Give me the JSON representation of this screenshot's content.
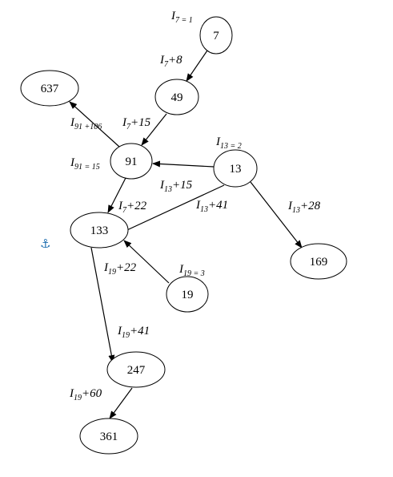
{
  "nodes": [
    {
      "id": "n7",
      "label": "7"
    },
    {
      "id": "n49",
      "label": "49"
    },
    {
      "id": "n637",
      "label": "637"
    },
    {
      "id": "n91",
      "label": "91"
    },
    {
      "id": "n13",
      "label": "13"
    },
    {
      "id": "n133",
      "label": "133"
    },
    {
      "id": "n169",
      "label": "169"
    },
    {
      "id": "n19",
      "label": "19"
    },
    {
      "id": "n247",
      "label": "247"
    },
    {
      "id": "n361",
      "label": "361"
    }
  ],
  "edges": [
    {
      "from": "n7",
      "to": "n49"
    },
    {
      "from": "n49",
      "to": "n91"
    },
    {
      "from": "n91",
      "to": "n637"
    },
    {
      "from": "n13",
      "to": "n91"
    },
    {
      "from": "n13",
      "to": "n133"
    },
    {
      "from": "n13",
      "to": "n169"
    },
    {
      "from": "n91",
      "to": "n133"
    },
    {
      "from": "n19",
      "to": "n133"
    },
    {
      "from": "n133",
      "to": "n247"
    },
    {
      "from": "n247",
      "to": "n361"
    }
  ],
  "labels": [
    {
      "id": "l7",
      "base": "I",
      "sub": "7 = 1",
      "tail": ""
    },
    {
      "id": "l7p8",
      "base": "I",
      "sub": "7",
      "tail": "+8"
    },
    {
      "id": "l7p15",
      "base": "I",
      "sub": "7",
      "tail": "+15"
    },
    {
      "id": "l91p106",
      "base": "I",
      "sub": "91 +106",
      "tail": ""
    },
    {
      "id": "l91",
      "base": "I",
      "sub": "91 = 15",
      "tail": ""
    },
    {
      "id": "l13",
      "base": "I",
      "sub": "13 = 2",
      "tail": ""
    },
    {
      "id": "l13p15",
      "base": "I",
      "sub": "13",
      "tail": "+15"
    },
    {
      "id": "l13p41",
      "base": "I",
      "sub": "13",
      "tail": "+41"
    },
    {
      "id": "l13p28",
      "base": "I",
      "sub": "13",
      "tail": "+28"
    },
    {
      "id": "l7p22",
      "base": "I",
      "sub": "7",
      "tail": "+22"
    },
    {
      "id": "l19p22",
      "base": "I",
      "sub": "19",
      "tail": "+22"
    },
    {
      "id": "l19",
      "base": "I",
      "sub": "19 = 3",
      "tail": ""
    },
    {
      "id": "l19p41",
      "base": "I",
      "sub": "19",
      "tail": "+41"
    },
    {
      "id": "l19p60",
      "base": "I",
      "sub": "19",
      "tail": "+60"
    }
  ],
  "anchor": {
    "glyph": "⚓",
    "icon": "anchor-icon",
    "color": "#1f6fb0"
  }
}
